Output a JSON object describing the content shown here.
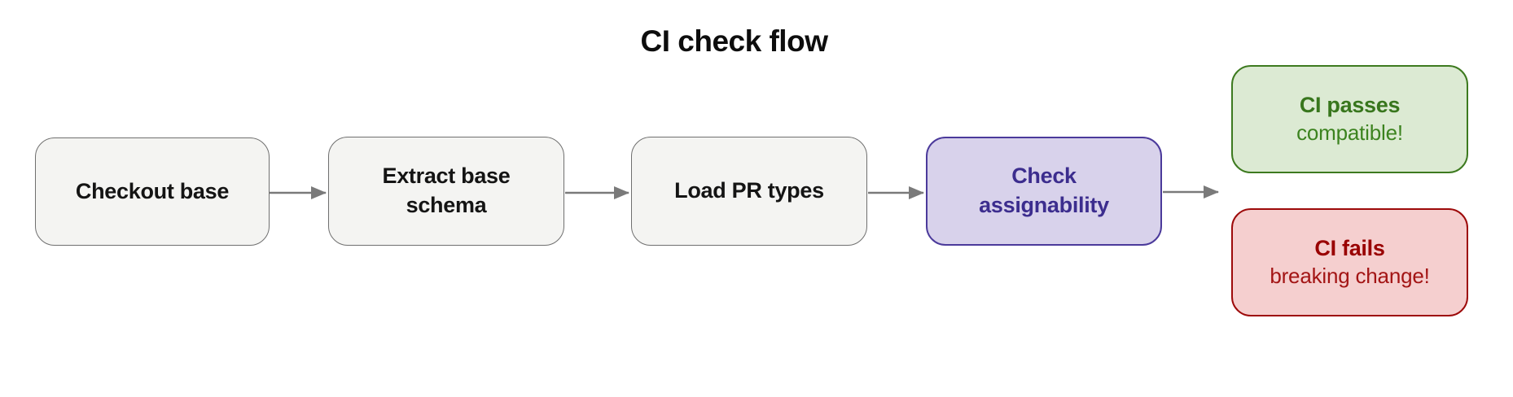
{
  "title": "CI check flow",
  "flow": {
    "steps": [
      {
        "label": "Checkout base"
      },
      {
        "label": "Extract base schema"
      },
      {
        "label": "Load PR types"
      },
      {
        "label": "Check assignability",
        "emphasis": "highlighted"
      }
    ],
    "outcomes": [
      {
        "title": "CI passes",
        "subtitle": "compatible!",
        "status": "success"
      },
      {
        "title": "CI fails",
        "subtitle": "breaking change!",
        "status": "failure"
      }
    ]
  },
  "colors": {
    "step_fill": "#f4f4f2",
    "step_border": "#6f6f6f",
    "step_text": "#141414",
    "highlight_fill": "#d8d2eb",
    "highlight_border": "#4b3a9b",
    "highlight_text": "#3c2d8e",
    "success_fill": "#dcead3",
    "success_border": "#3d7a1f",
    "success_text": "#38761d",
    "failure_fill": "#f5cfcf",
    "failure_border": "#9d0a0a",
    "failure_text": "#990000",
    "failure_subtext": "#a31515",
    "arrow": "#7a7a7a"
  }
}
